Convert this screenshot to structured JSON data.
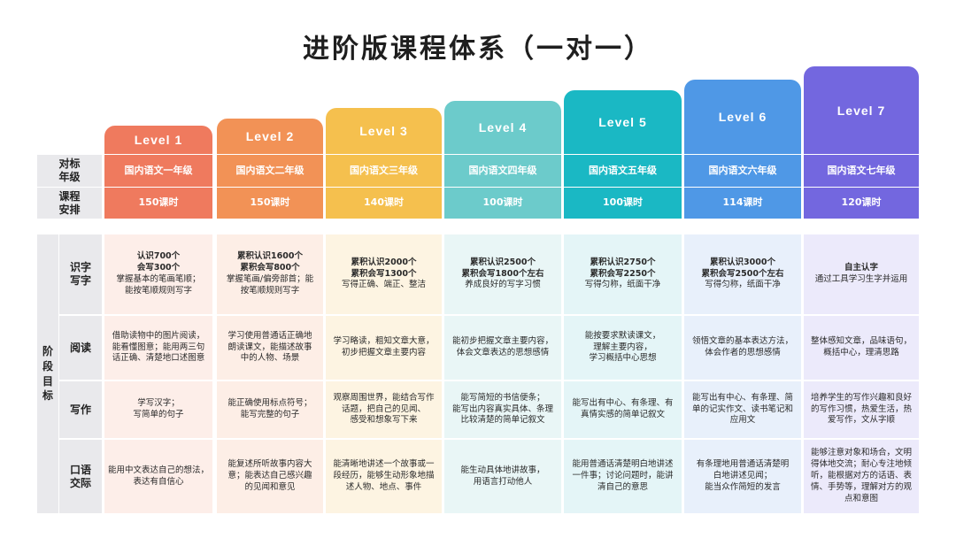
{
  "title": "进阶版课程体系（一对一）",
  "levels": [
    {
      "label": "Level 1",
      "color": "#ef7a5e",
      "grade": "国内语文一年级",
      "hours": "150课时"
    },
    {
      "label": "Level 2",
      "color": "#f29256",
      "grade": "国内语文二年级",
      "hours": "150课时"
    },
    {
      "label": "Level 3",
      "color": "#f5c04e",
      "grade": "国内语文三年级",
      "hours": "140课时"
    },
    {
      "label": "Level 4",
      "color": "#6ccbcb",
      "grade": "国内语文四年级",
      "hours": "100课时"
    },
    {
      "label": "Level 5",
      "color": "#1ab8c4",
      "grade": "国内语文五年级",
      "hours": "100课时"
    },
    {
      "label": "Level 6",
      "color": "#4f98e6",
      "grade": "国内语文六年级",
      "hours": "114课时"
    },
    {
      "label": "Level 7",
      "color": "#7367df",
      "grade": "国内语文七年级",
      "hours": "120课时"
    }
  ],
  "row_headers": {
    "benchmark": "对标年级",
    "schedule": "课程安排",
    "stage_goals": "阶段目标"
  },
  "goal_rows": [
    {
      "label": "识字写字",
      "cells": [
        {
          "strong": "认识700个\n会写300个",
          "text": "掌握基本的笔画笔顺；\n能按笔顺规则写字"
        },
        {
          "strong": "累积认识1600个\n累积会写800个",
          "text": "掌握笔画/偏旁部首；能\n按笔顺规则写字"
        },
        {
          "strong": "累积认识2000个\n累积会写1300个",
          "text": "写得正确、端正、整洁"
        },
        {
          "strong": "累积认识2500个\n累积会写1800个左右",
          "text": "养成良好的写字习惯"
        },
        {
          "strong": "累积认识2750个\n累积会写2250个",
          "text": "写得匀称，纸面干净"
        },
        {
          "strong": "累积认识3000个\n累积会写2500个左右",
          "text": "写得匀称，纸面干净"
        },
        {
          "strong": "自主认字",
          "text": "通过工具学习生字并运用"
        }
      ]
    },
    {
      "label": "阅读",
      "cells": [
        {
          "strong": "",
          "text": "借助读物中的图片阅读，\n能看懂图意；能用两三句\n话正确、清楚地口述图意"
        },
        {
          "strong": "",
          "text": "学习使用普通话正确地\n朗读课文，能描述故事\n中的人物、场景"
        },
        {
          "strong": "",
          "text": "学习略读，粗知文章大意，\n初步把握文章主要内容"
        },
        {
          "strong": "",
          "text": "能初步把握文章主要内容，\n体会文章表达的思想感情"
        },
        {
          "strong": "",
          "text": "能按要求默读课文，\n理解主要内容，\n学习概括中心思想"
        },
        {
          "strong": "",
          "text": "领悟文章的基本表达方法，\n体会作者的思想感情"
        },
        {
          "strong": "",
          "text": "整体感知文章，品味语句，\n概括中心，理清思路"
        }
      ]
    },
    {
      "label": "写作",
      "cells": [
        {
          "strong": "",
          "text": "学写汉字；\n写简单的句子"
        },
        {
          "strong": "",
          "text": "能正确使用标点符号；\n能写完整的句子"
        },
        {
          "strong": "",
          "text": "观察周围世界，能结合写作\n话题，把自己的见闻、\n感受和想象写下来"
        },
        {
          "strong": "",
          "text": "能写简短的书信便条；\n能写出内容真实具体、条理\n比较清楚的简单记叙文"
        },
        {
          "strong": "",
          "text": "能写出有中心、有条理、有\n真情实感的简单记叙文"
        },
        {
          "strong": "",
          "text": "能写出有中心、有条理、简\n单的记实作文、读书笔记和\n应用文"
        },
        {
          "strong": "",
          "text": "培养学生的写作兴趣和良好\n的写作习惯，热爱生活，热\n爱写作，文从字顺"
        }
      ]
    },
    {
      "label": "口语交际",
      "cells": [
        {
          "strong": "",
          "text": "能用中文表达自己的想法，\n表达有自信心"
        },
        {
          "strong": "",
          "text": "能复述所听故事内容大\n意；能表达自己感兴趣\n的见闻和意见"
        },
        {
          "strong": "",
          "text": "能清晰地讲述一个故事或一\n段经历，能够生动形象地描\n述人物、地点、事件"
        },
        {
          "strong": "",
          "text": "能生动具体地讲故事，\n用语言打动他人"
        },
        {
          "strong": "",
          "text": "能用普通话清楚明白地讲述\n一件事；讨论问题时，能讲\n清自己的意思"
        },
        {
          "strong": "",
          "text": "有条理地用普通话清楚明\n白地讲述见闻；\n能当众作简短的发言"
        },
        {
          "strong": "",
          "text": "能够注意对象和场合，文明\n得体地交流；耐心专注地倾\n听，能根据对方的话语、表\n情、手势等，理解对方的观\n点和意图"
        }
      ]
    }
  ]
}
